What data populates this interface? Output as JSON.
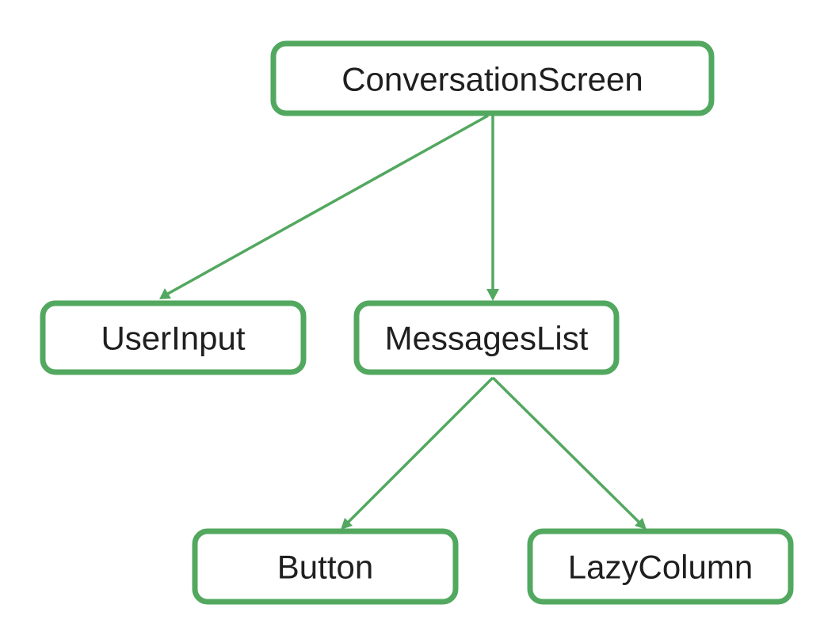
{
  "colors": {
    "node_border": "#52a85f",
    "edge": "#52a85f",
    "node_fill": "#ffffff",
    "text": "#1f1f1f"
  },
  "nodes": {
    "conversation_screen": "ConversationScreen",
    "user_input": "UserInput",
    "messages_list": "MessagesList",
    "button": "Button",
    "lazy_column": "LazyColumn"
  },
  "edges": [
    {
      "from": "ConversationScreen",
      "to": "UserInput"
    },
    {
      "from": "ConversationScreen",
      "to": "MessagesList"
    },
    {
      "from": "MessagesList",
      "to": "Button"
    },
    {
      "from": "MessagesList",
      "to": "LazyColumn"
    }
  ]
}
